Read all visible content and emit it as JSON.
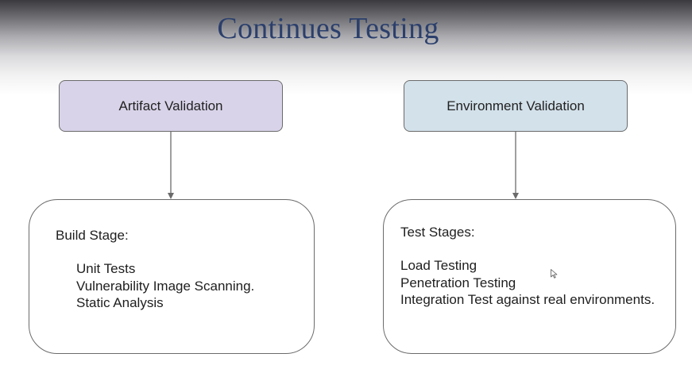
{
  "slide": {
    "title": "Continues Testing"
  },
  "diagram": {
    "artifact_box": {
      "label": "Artifact Validation",
      "fill": "#d9d3e9"
    },
    "environment_box": {
      "label": "Environment Validation",
      "fill": "#d3e1ea"
    },
    "build_box": {
      "heading": "Build Stage:",
      "items": [
        "Unit Tests",
        "Vulnerability Image Scanning.",
        "Static Analysis"
      ]
    },
    "test_box": {
      "heading": "Test Stages:",
      "items": [
        "Load Testing",
        "Penetration Testing",
        "Integration Test against real environments."
      ]
    }
  },
  "colors": {
    "title": "#2b3f6c",
    "border": "#6b6b6b",
    "arrow": "#6b6b6b"
  },
  "icons": {
    "cursor": "mouse-pointer-icon"
  }
}
